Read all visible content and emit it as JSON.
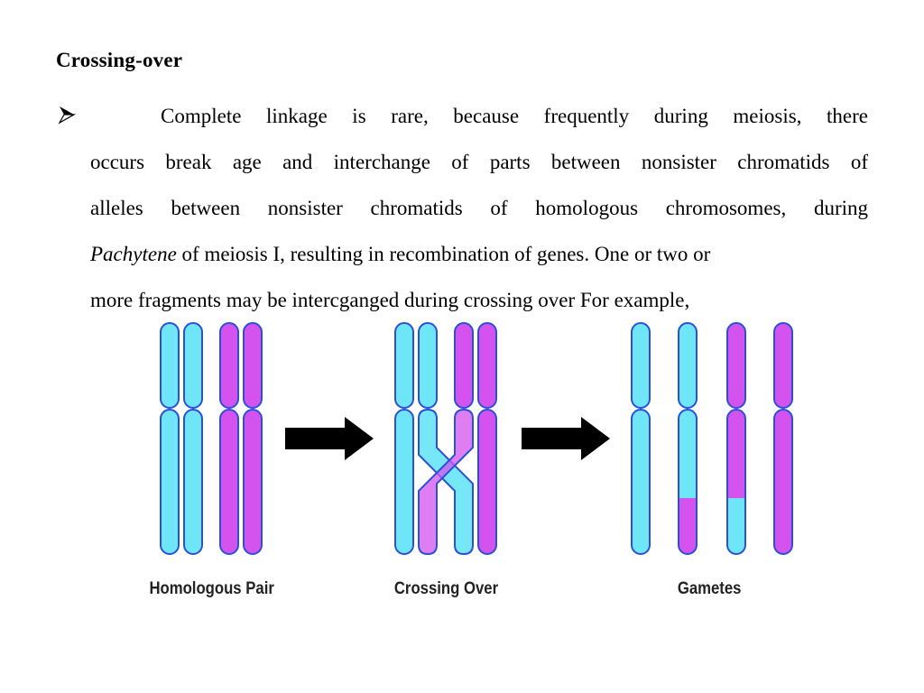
{
  "heading": "Crossing-over",
  "body": {
    "line1": "Complete linkage is rare, because frequently during meiosis, there",
    "line2": "occurs break age and interchange of parts between nonsister chromatids of",
    "line3": "alleles between nonsister chromatids of homologous chromosomes, during",
    "line4_italic": "Pachytene",
    "line4_rest": " of meiosis I, resulting in recombination of genes. One or two or",
    "line5": "more fragments may be intercganged during crossing over For example,"
  },
  "figure": {
    "labels": {
      "homologous_pair": "Homologous Pair",
      "crossing_over": "Crossing Over",
      "gametes": "Gametes"
    },
    "colors": {
      "blue": "#6fe6f7",
      "magenta": "#d453ee",
      "outline": "#2a4fd8",
      "arrow": "#000000"
    }
  }
}
